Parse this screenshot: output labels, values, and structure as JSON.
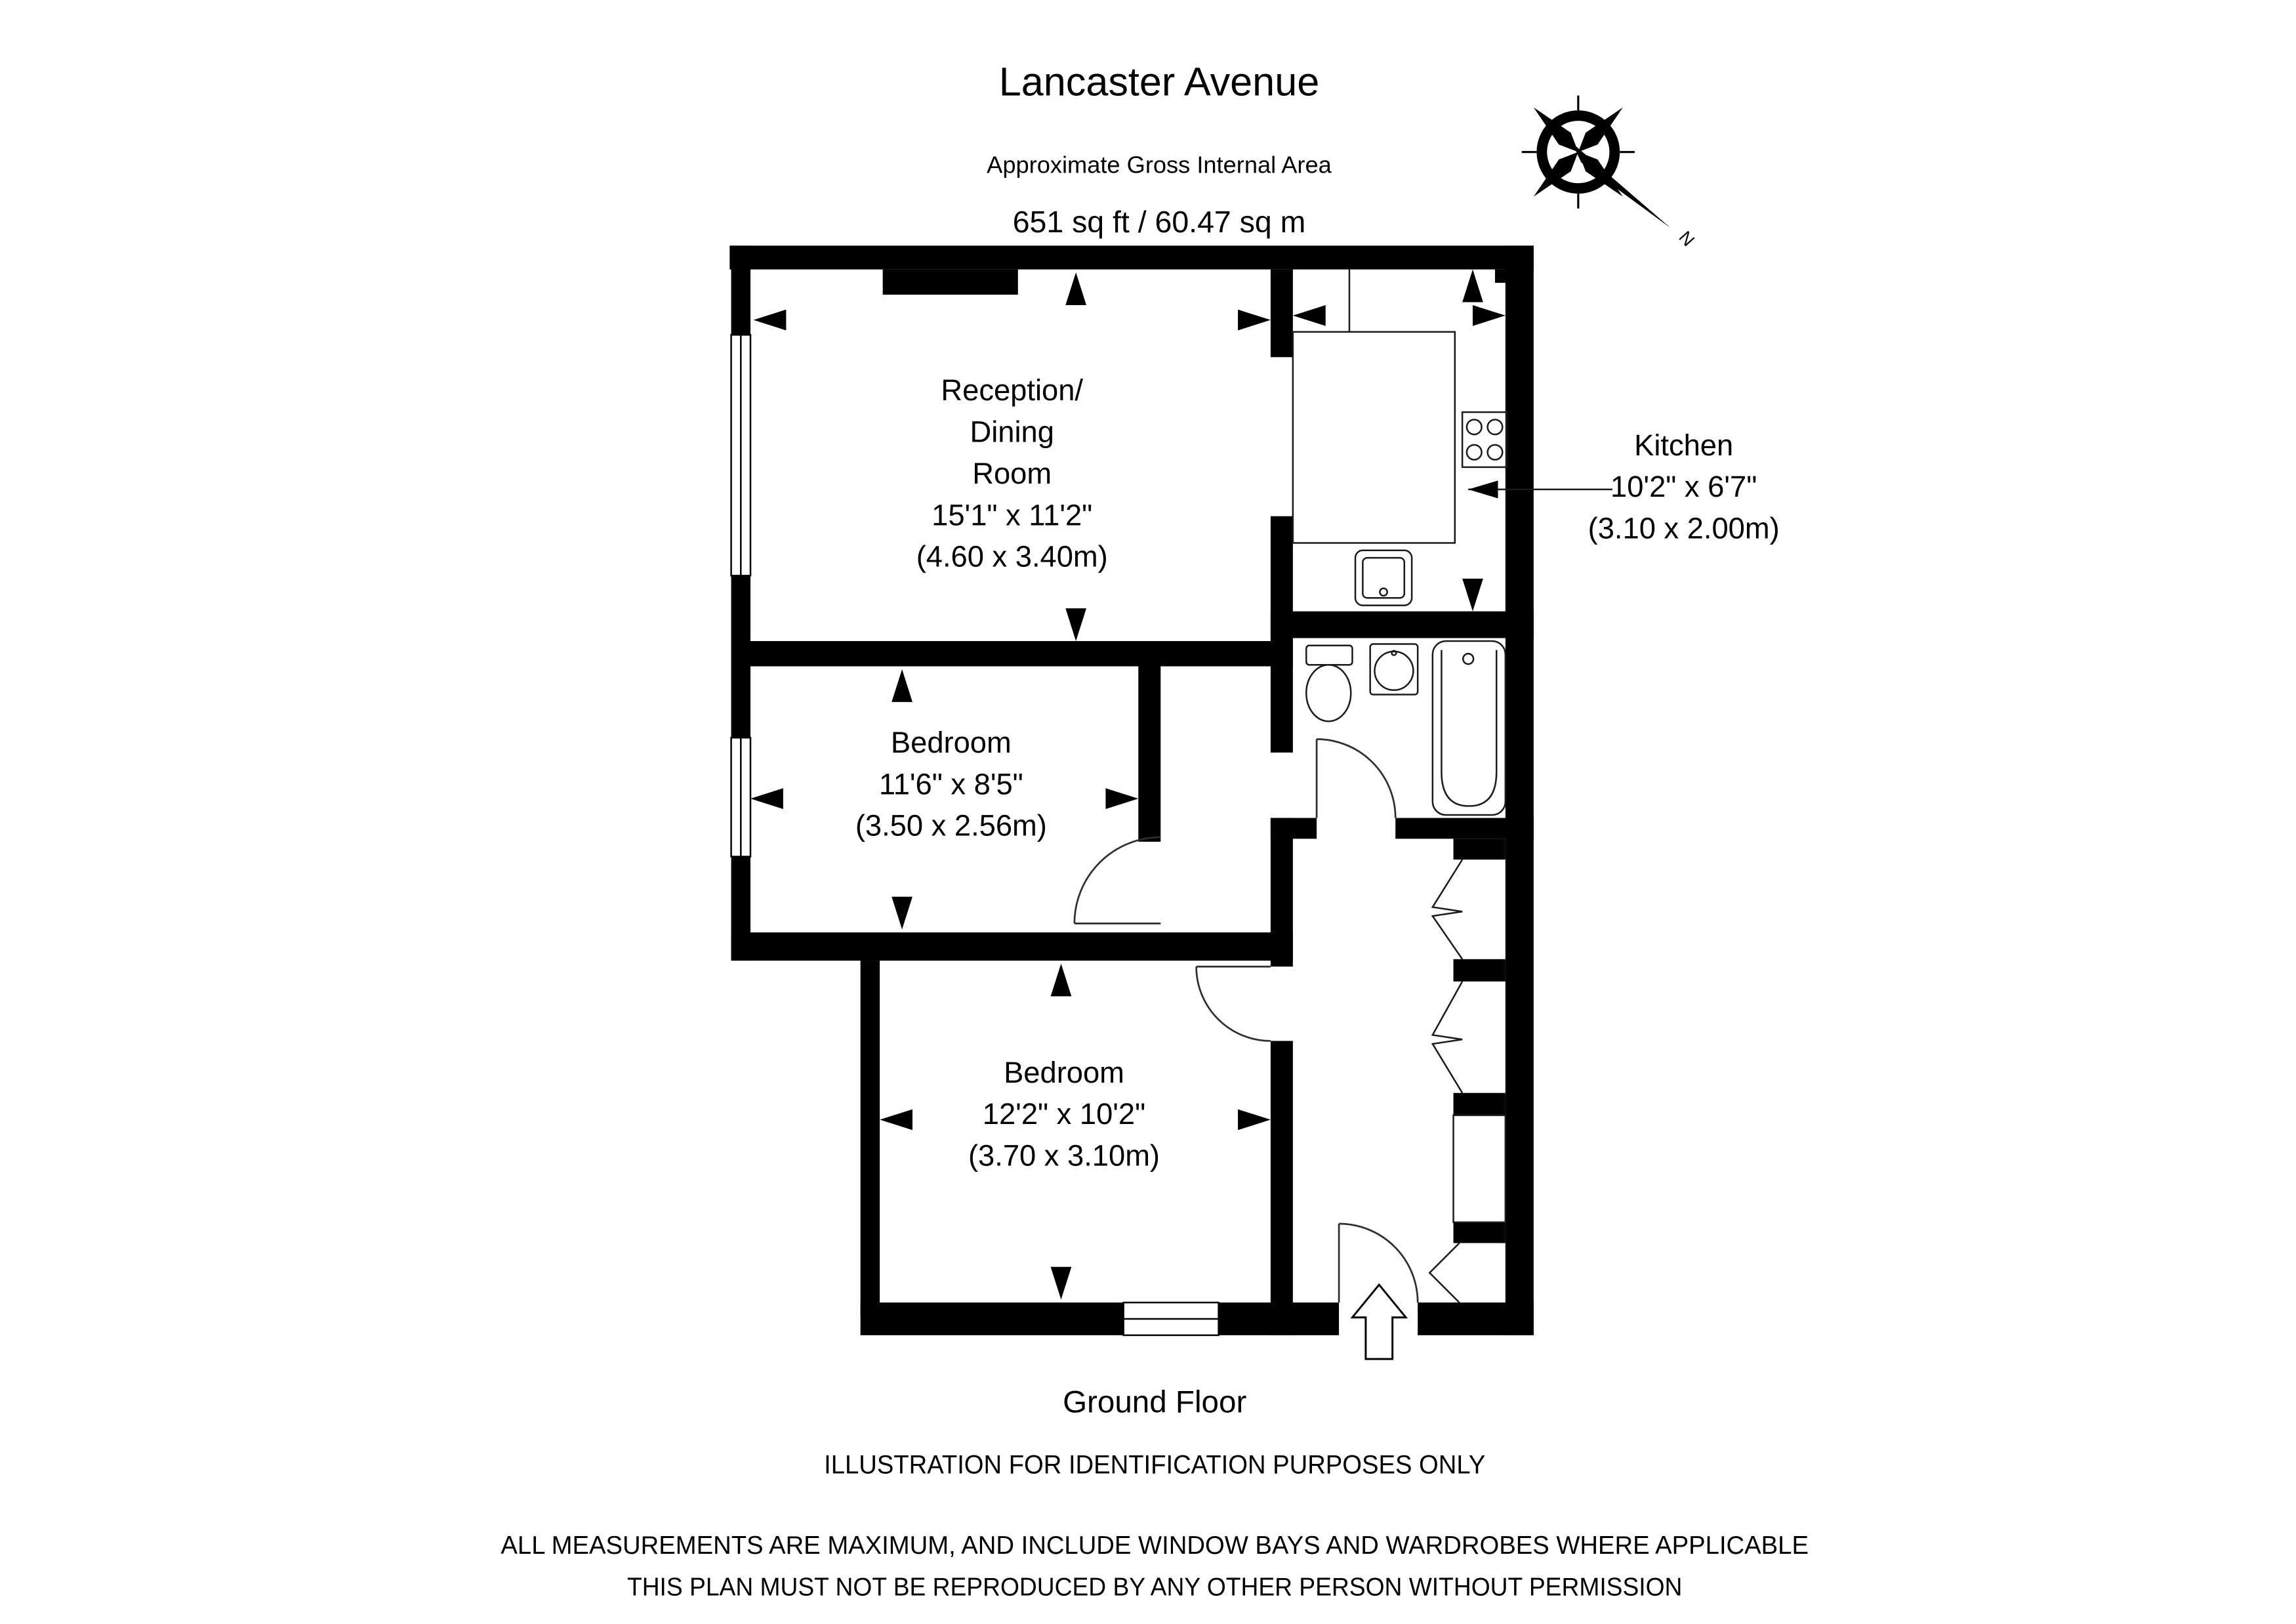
{
  "header": {
    "title": "Lancaster Avenue",
    "subtitle": "Approximate Gross Internal Area",
    "area": "651 sq ft  /  60.47 sq m"
  },
  "compass": {
    "north_label": "N"
  },
  "rooms": {
    "reception": {
      "line1": "Reception/",
      "line2": "Dining",
      "line3": "Room",
      "dims_imperial": "15'1\" x 11'2\"",
      "dims_metric": "(4.60 x 3.40m)"
    },
    "kitchen": {
      "name": "Kitchen",
      "dims_imperial": "10'2\" x 6'7\"",
      "dims_metric": "(3.10 x 2.00m)"
    },
    "bedroom1": {
      "name": "Bedroom",
      "dims_imperial": "11'6\" x 8'5\"",
      "dims_metric": "(3.50 x 2.56m)"
    },
    "bedroom2": {
      "name": "Bedroom",
      "dims_imperial": "12'2\" x 10'2\"",
      "dims_metric": "(3.70 x 3.10m)"
    }
  },
  "footer": {
    "floor_label": "Ground Floor",
    "disclaimer1": "ILLUSTRATION FOR IDENTIFICATION PURPOSES ONLY",
    "disclaimer2": "ALL MEASUREMENTS ARE MAXIMUM, AND INCLUDE WINDOW BAYS AND WARDROBES WHERE APPLICABLE",
    "disclaimer3": "THIS PLAN MUST NOT BE REPRODUCED BY ANY OTHER PERSON WITHOUT PERMISSION"
  },
  "colors": {
    "wall": "#000000",
    "background": "#ffffff",
    "fixture_stroke": "#1a1a1a"
  }
}
